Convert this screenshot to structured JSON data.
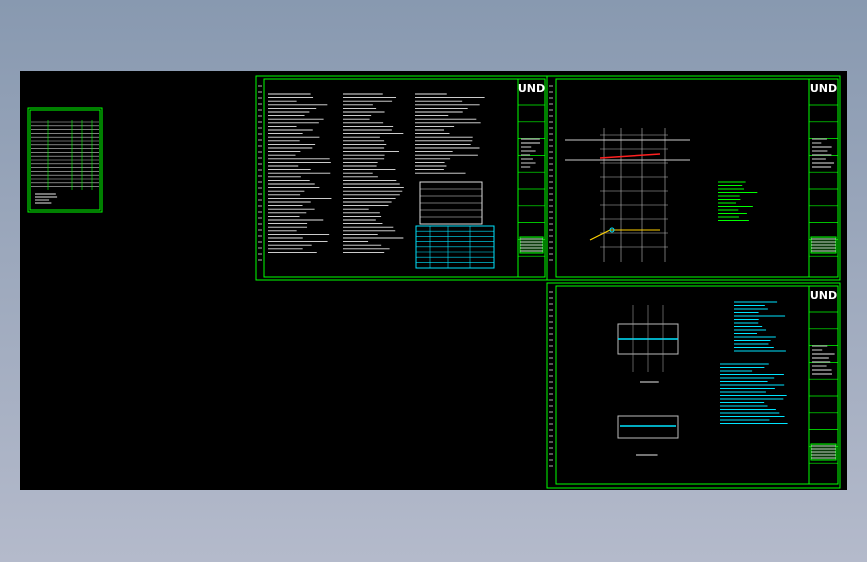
{
  "viewer": {
    "background": "#000000",
    "frame_color": "#00ff00",
    "text_color": "#e8e8e8",
    "accent_cyan": "#00e5ff",
    "accent_red": "#ff2020",
    "accent_yellow": "#ffd000"
  },
  "logo": {
    "text": "UND"
  },
  "sheets": [
    {
      "id": "index-sheet"
    },
    {
      "id": "notes-sheet"
    },
    {
      "id": "plan-sheet"
    },
    {
      "id": "detail-sheet"
    }
  ]
}
